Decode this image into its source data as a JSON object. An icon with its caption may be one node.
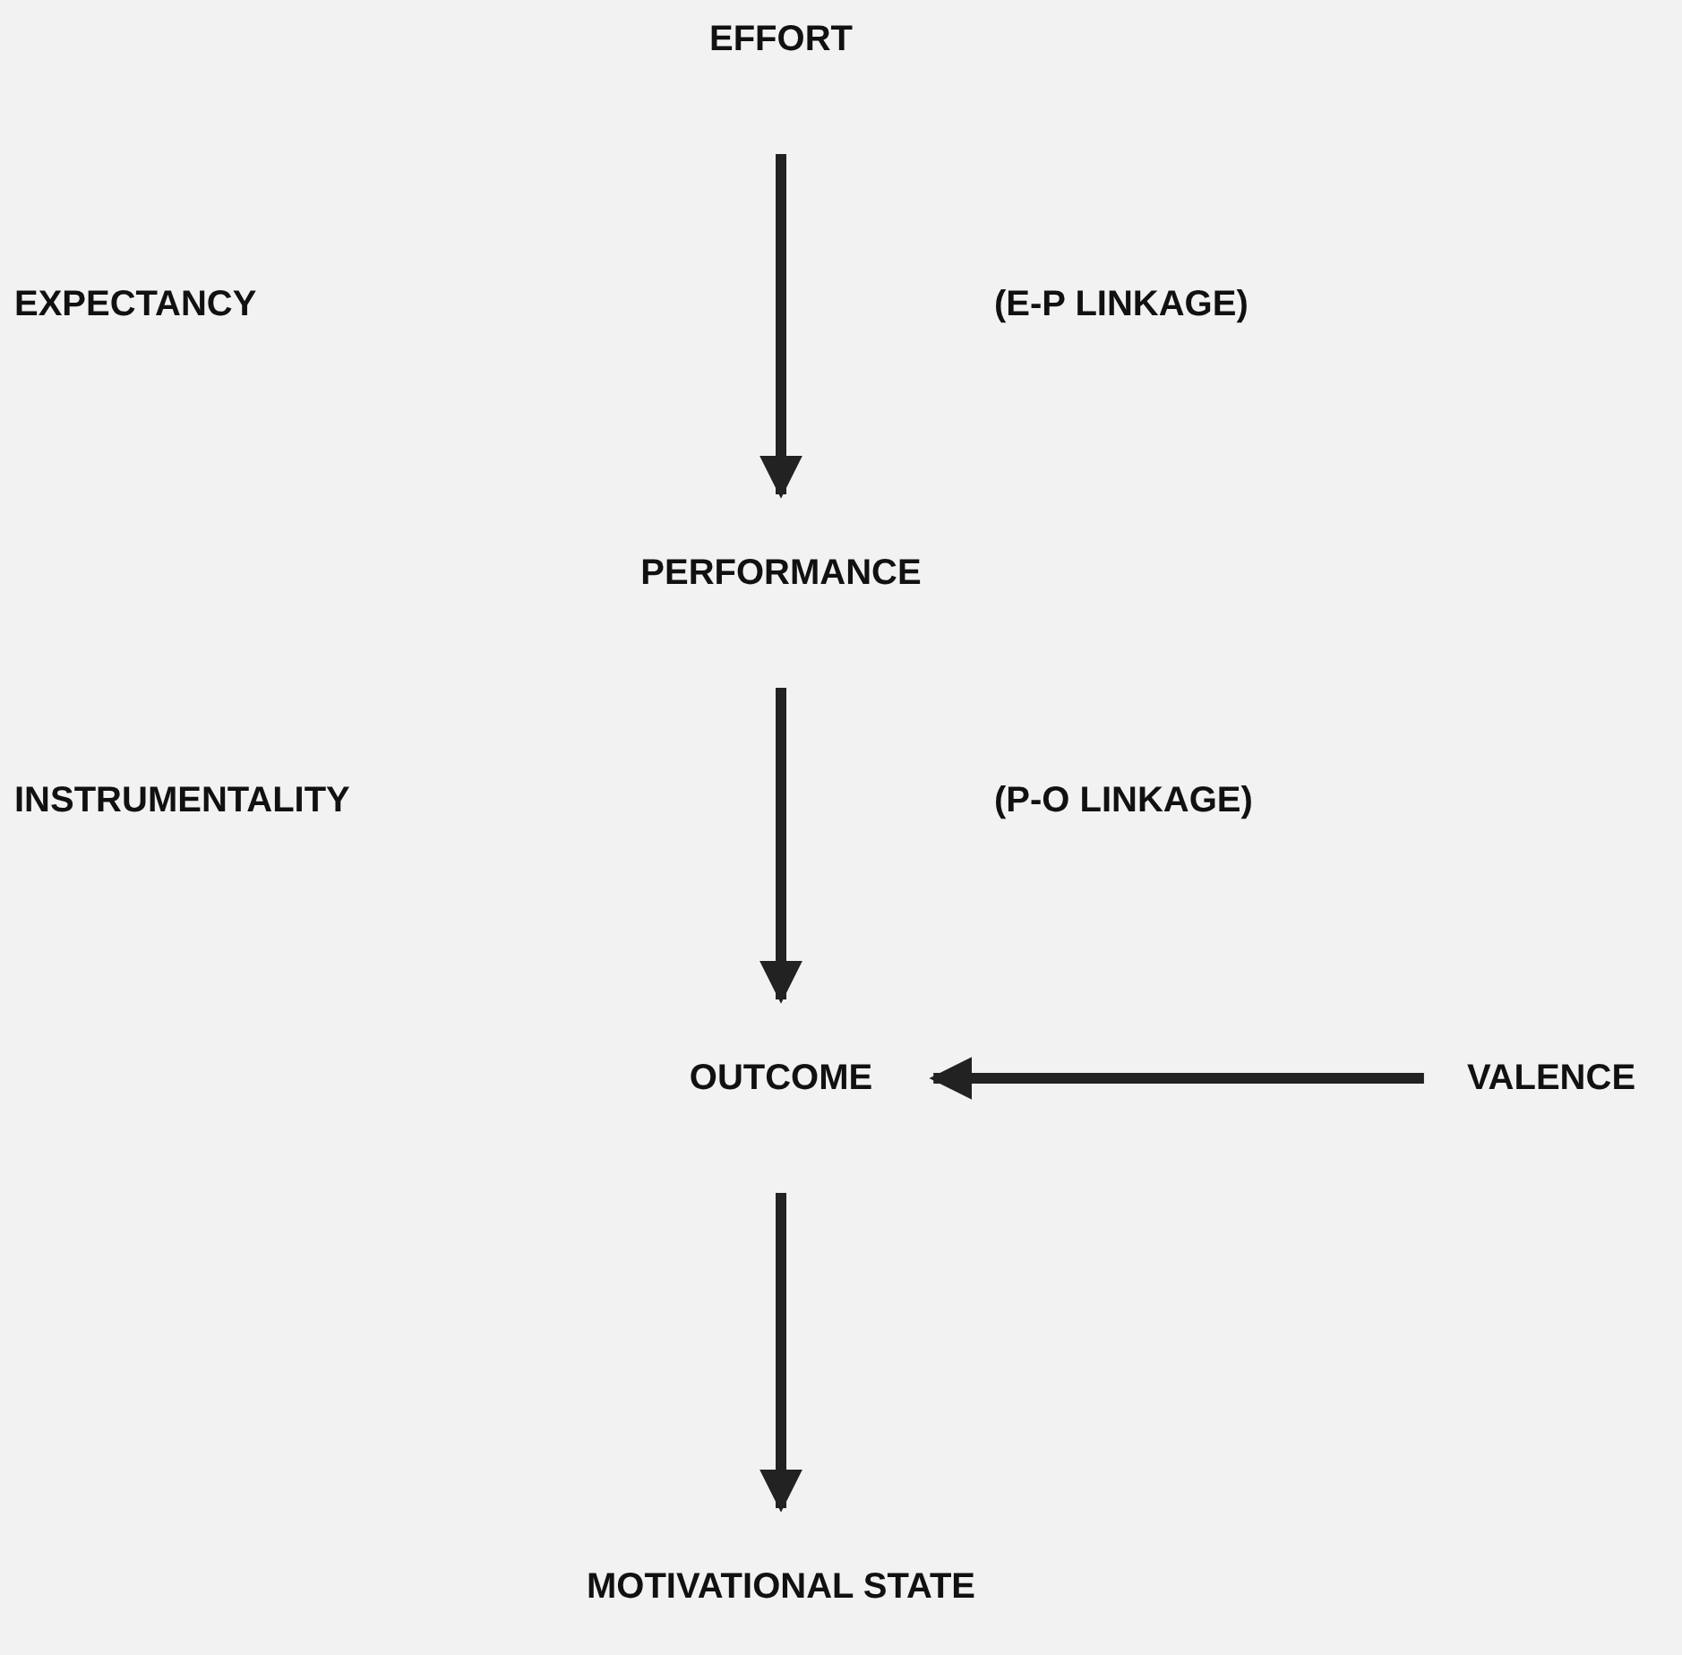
{
  "diagram": {
    "nodes": [
      {
        "text": [
          "EFFORT"
        ]
      },
      {
        "text": [
          "PERFORMANCE"
        ]
      },
      {
        "text": [
          "OUTCOME"
        ]
      },
      {
        "text": [
          "VALENCE"
        ]
      },
      {
        "text": [
          "MOTIVATIONAL STATE"
        ]
      }
    ],
    "edges": [
      {
        "from": 0,
        "to": 1,
        "arrow": "to"
      },
      {
        "from": 1,
        "to": 2,
        "arrow": "to"
      },
      {
        "from": 3,
        "to": 2,
        "arrow": "to"
      },
      {
        "from": 2,
        "to": 4,
        "arrow": "to"
      }
    ],
    "labels": [
      "EXPECTANCY",
      "(E-P LINKAGE)",
      "INSTRUMENTALITY",
      "(P-O LINKAGE)"
    ]
  }
}
